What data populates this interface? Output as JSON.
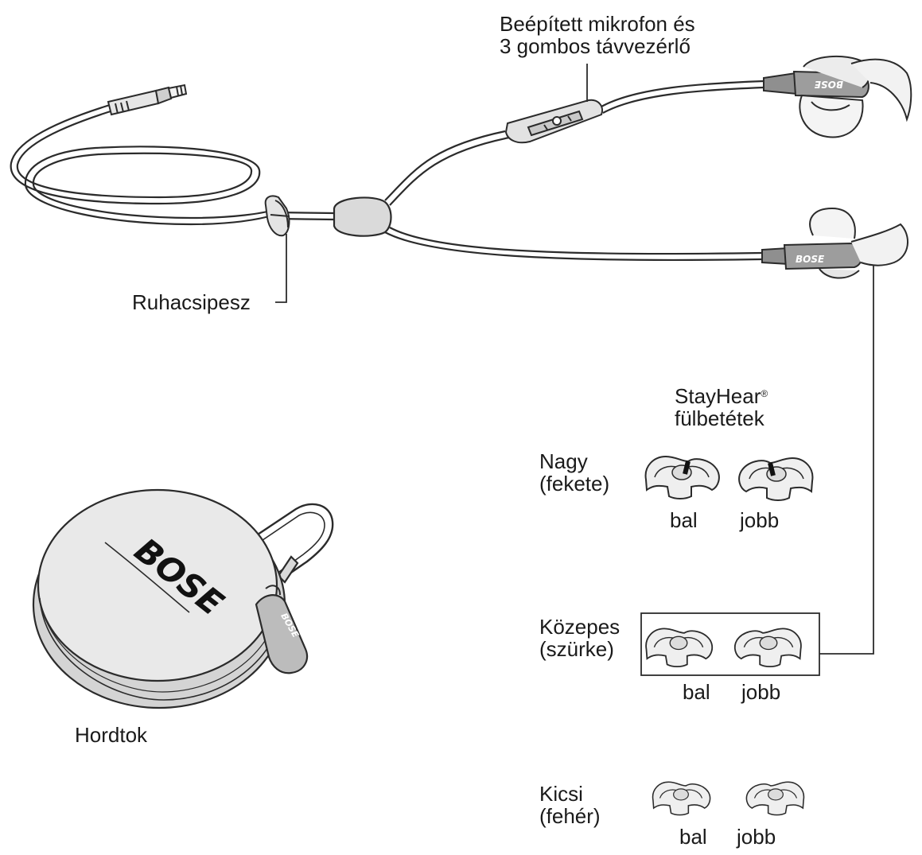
{
  "labels": {
    "mic_line1": "Beépített mikrofon és",
    "mic_line2": "3 gombos távvezérlő",
    "clip": "Ruhacsipesz",
    "case": "Hordtok",
    "tips_line1": "StayHear",
    "tips_reg": "®",
    "tips_line2": "fülbetétek",
    "large_line1": "Nagy",
    "large_line2": "(fekete)",
    "medium_line1": "Közepes",
    "medium_line2": "(szürke)",
    "small_line1": "Kicsi",
    "small_line2": "(fehér)",
    "left": "bal",
    "right": "jobb"
  },
  "brand": {
    "logo": "BOSE"
  },
  "colors": {
    "line": "#2b2b2b",
    "fill_light": "#e9e9e9",
    "fill_mid": "#cfcfcf",
    "fill_dark": "#9a9a9a",
    "tip_black": "#111111"
  }
}
